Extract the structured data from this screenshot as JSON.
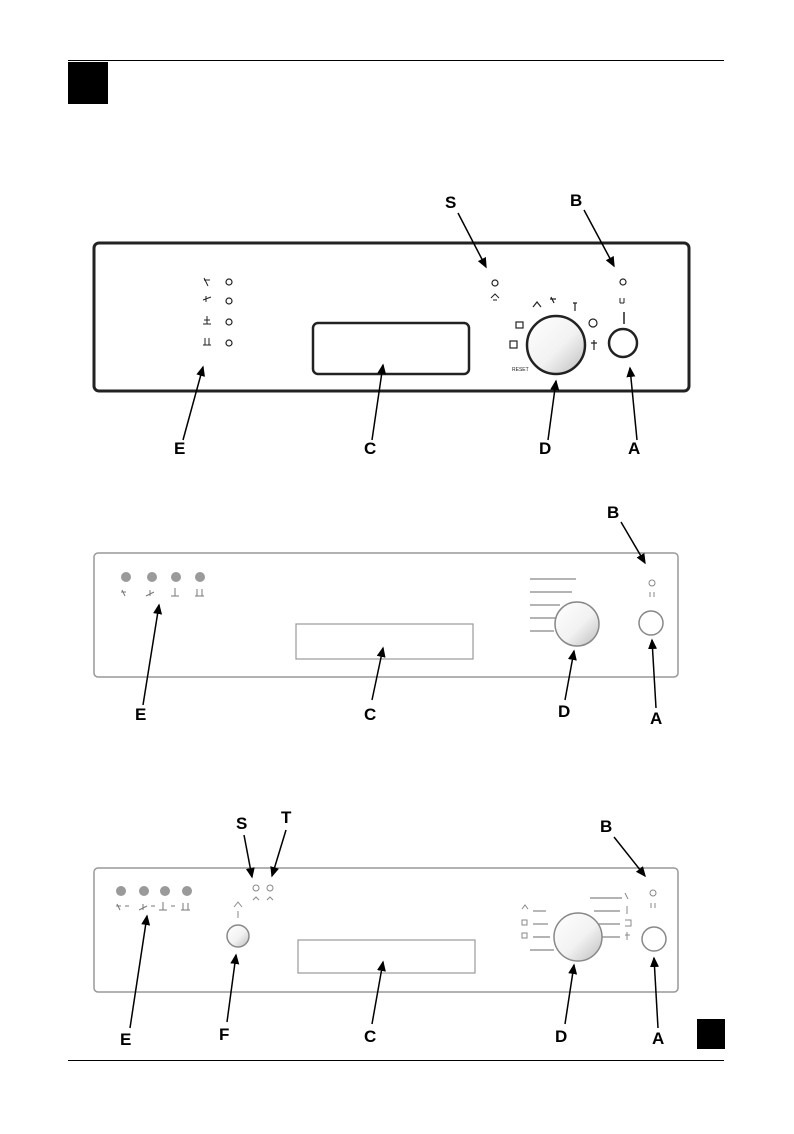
{
  "labels": {
    "A": "A",
    "B": "B",
    "C": "C",
    "D": "D",
    "E": "E",
    "F": "F",
    "S": "S",
    "T": "T"
  },
  "panel1_small_text": {
    "reset": "RESET"
  },
  "colors": {
    "ink": "#000000",
    "panel_stroke": "#333333",
    "light_grey": "#9a9a9a"
  }
}
